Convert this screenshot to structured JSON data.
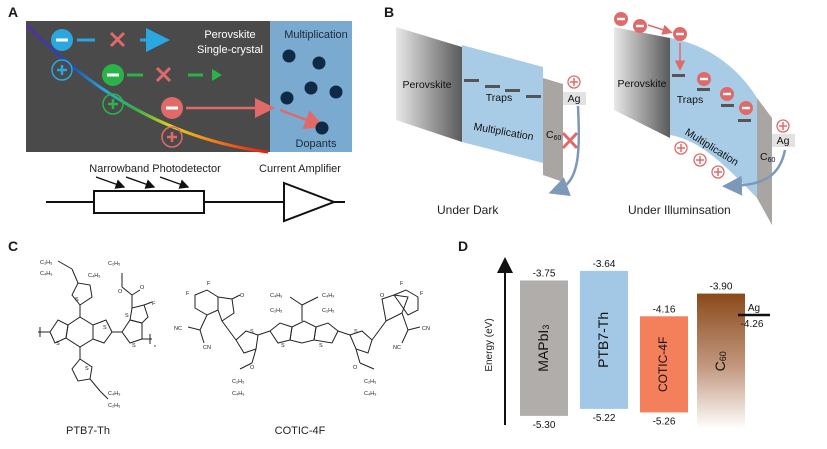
{
  "panels": {
    "a": {
      "label": "A",
      "crystal_label_line1": "Perovskite",
      "crystal_label_line2": "Single-crystal",
      "multiplication_label": "Multiplication",
      "dopants_label": "Dopants",
      "circuit": {
        "photodetector_label": "Narrowband Photodetector",
        "amplifier_label": "Current Amplifier"
      },
      "carriers": [
        {
          "color": "#2aa7e0",
          "blocked": true
        },
        {
          "color": "#2bb34a",
          "blocked": true
        },
        {
          "color": "#e06a6a",
          "blocked": false
        }
      ],
      "colors": {
        "crystal_bg": "#4a4a4a",
        "multiplication_bg": "#7aaad0",
        "dopant": "#0e2a45",
        "block_mark": "#e06a6a"
      }
    },
    "b": {
      "label": "B",
      "dark": {
        "perovskite_label": "Perovskite",
        "traps_label": "Traps",
        "multiplication_label": "Multiplication",
        "c60_label": "C",
        "c60_sub": "60",
        "ag_label": "Ag",
        "caption": "Under Dark"
      },
      "illuminated": {
        "perovskite_label": "Perovskite",
        "traps_label": "Traps",
        "multiplication_label": "Multiplication",
        "c60_label": "C",
        "c60_sub": "60",
        "ag_label": "Ag",
        "caption": "Under Illuminsation"
      },
      "colors": {
        "multiplication": "#a9cce6",
        "c60": "#a9a5a3",
        "charge": "#e06a6a",
        "flow_arrow": "#7d98b8"
      }
    },
    "c": {
      "label": "C",
      "molecules": [
        {
          "name": "PTB7-Th"
        },
        {
          "name": "COTIC-4F"
        }
      ],
      "atom_labels": {
        "ethyl": "C₂H₅",
        "butyl": "C₄H₉",
        "sulfur": "S",
        "fluorine": "F",
        "oxygen": "O",
        "nitrile_cn": "CN",
        "nitrile_nc": "NC",
        "repeat": "n"
      }
    },
    "d": {
      "label": "D",
      "axis_label": "Energy (eV)"
    }
  },
  "chart_data": {
    "type": "energy_level_diagram",
    "title": "",
    "ylabel": "Energy (eV)",
    "ylim": [
      -5.45,
      -3.55
    ],
    "materials": [
      {
        "name": "MAPbI",
        "subscript": "3",
        "lumo": -3.75,
        "homo": -5.3,
        "lumo_label": "-3.75",
        "homo_label": "-5.30",
        "color": "#b1adab"
      },
      {
        "name": "PTB7-Th",
        "subscript": "",
        "lumo": -3.64,
        "homo": -5.22,
        "lumo_label": "-3.64",
        "homo_label": "-5.22",
        "color": "#a3c8e6"
      },
      {
        "name": "COTIC-4F",
        "subscript": "",
        "lumo": -4.16,
        "homo": -5.26,
        "lumo_label": "-4.16",
        "homo_label": "-5.26",
        "color": "#f47f5b"
      },
      {
        "name": "C",
        "subscript": "60",
        "lumo": -3.9,
        "homo": null,
        "lumo_label": "-3.90",
        "homo_label": "",
        "color": "#8a4a1a"
      }
    ],
    "electrode": {
      "name": "Ag",
      "work_function": -4.26,
      "label": "-4.26"
    }
  }
}
